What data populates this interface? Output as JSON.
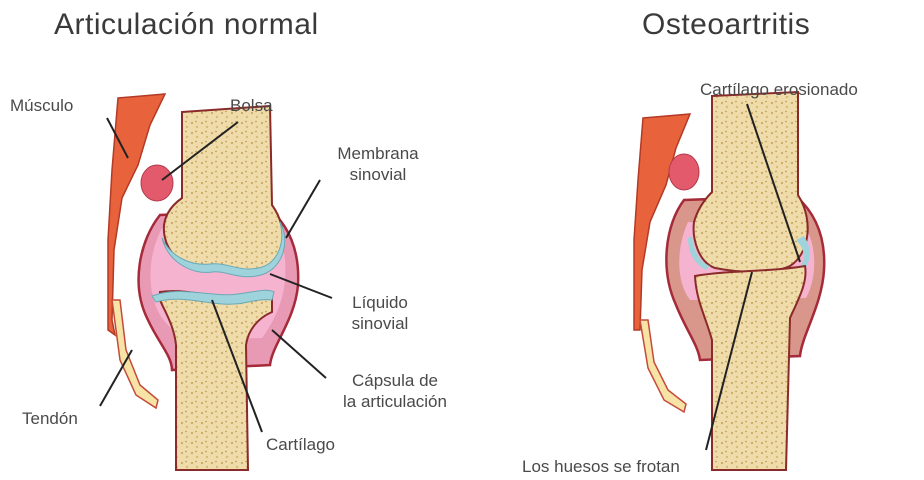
{
  "titles": {
    "normal": "Articulación normal",
    "osteo": "Osteoartritis"
  },
  "labels": {
    "musculo": "Músculo",
    "bolsa": "Bolsa",
    "membrana_1": "Membrana",
    "membrana_2": "sinovial",
    "liquido_1": "Líquido",
    "liquido_2": "sinovial",
    "capsula_1": "Cápsula de",
    "capsula_2": "la articulación",
    "tendon": "Tendón",
    "cartilago": "Cartílago",
    "cartilago_erosionado": "Cartílago erosionado",
    "huesos_frotan": "Los huesos se frotan"
  },
  "colors": {
    "bone": "#efdcaa",
    "bone_outline": "#8a2a2a",
    "muscle": "#e8623c",
    "bursa": "#e35a6c",
    "synovial_fluid": "#f2a6c8",
    "cartilage": "#9fd3db",
    "capsule": "#c2506a",
    "tendon": "#f7e3a6",
    "text": "#4a4a4a"
  }
}
